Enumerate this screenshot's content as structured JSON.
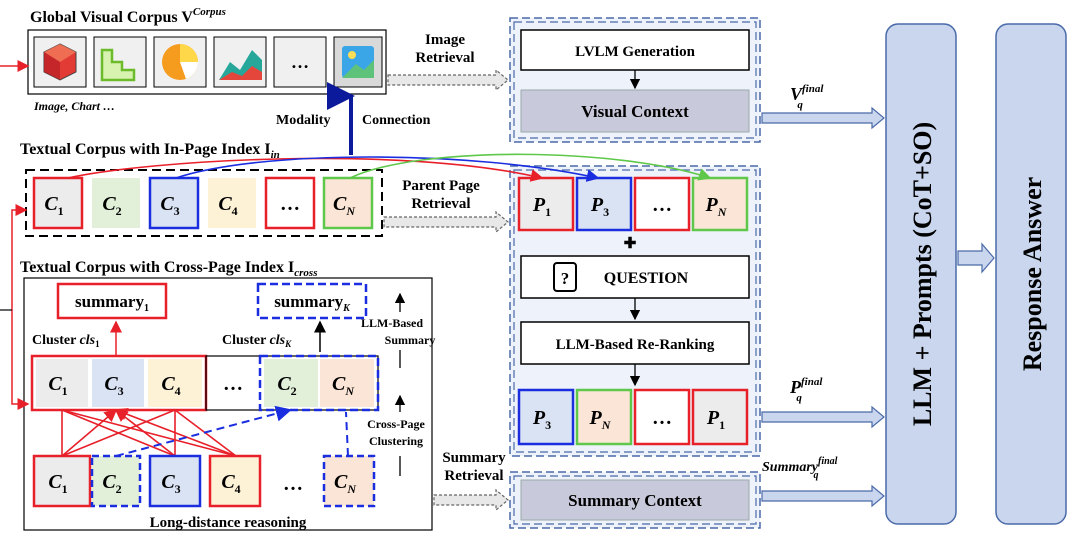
{
  "corpus": {
    "global_visual": "Global Visual Corpus V",
    "global_visual_sup": "Corpus",
    "image_chart": "Image, Chart …",
    "textual_inpage": "Textual Corpus with In-Page Index I",
    "textual_inpage_sub": "in",
    "textual_crosspage": "Textual Corpus with Cross-Page Index I",
    "textual_crosspage_sub": "cross",
    "ellipsis": "…"
  },
  "labels": {
    "modality_left": "Modality",
    "modality_right": "Connection",
    "image_retrieval_1": "Image",
    "image_retrieval_2": "Retrieval",
    "parent_page_1": "Parent Page",
    "parent_page_2": "Retrieval",
    "summary_ret_1": "Summary",
    "summary_ret_2": "Retrieval",
    "llm_based_1": "LLM-Based",
    "llm_based_2": "Summary",
    "cross_page_1": "Cross-Page",
    "cross_page_2": "Clustering",
    "long_distance": "Long-distance reasoning"
  },
  "pipeline": {
    "lvlm_generation": "LVLM Generation",
    "visual_context": "Visual Context",
    "question": "QUESTION",
    "reranking": "LLM-Based Re-Ranking",
    "summary_context": "Summary Context",
    "llm_prompts": "LLM + Prompts (CoT+SO)",
    "response_answer": "Response Answer"
  },
  "outputs": {
    "v_final": "V",
    "v_final_sup": "final",
    "v_final_sub": "q",
    "p_final": "P",
    "p_final_sup": "final",
    "p_final_sub": "q",
    "summary_final": "Summary",
    "summary_final_sup": "final",
    "summary_final_sub": "q"
  },
  "chunks": {
    "c": "C",
    "p": "P",
    "s1": "1",
    "s2": "2",
    "s3": "3",
    "s4": "4",
    "sN": "N"
  },
  "cluster": {
    "cluster_word": "Cluster",
    "cls": "cls",
    "sub1": "1",
    "subK": "K",
    "summary_word": "summary",
    "summary_sub1": "1",
    "summary_subK": "K"
  },
  "colors": {
    "red": "#e8202a",
    "blue": "#1a2ee0",
    "green": "#5fc74a",
    "dark_blue": "#0a1a9a",
    "pipeline_border": "#4a6aa8",
    "light_panel": "#dde6f4",
    "gray_box": "#c9c9dc",
    "c1_fill": "#ececec",
    "c2_fill": "#e2f0d9",
    "c3_fill": "#dae3f3",
    "c4_fill": "#fdf1d6",
    "cN_fill": "#fbe5d6",
    "p_fill": "#ececec"
  },
  "icons": [
    "red-polyhedron-icon",
    "green-bar-chart-icon",
    "orange-pie-chart-icon",
    "area-chart-icon",
    "landscape-image-icon",
    "question-document-icon"
  ]
}
